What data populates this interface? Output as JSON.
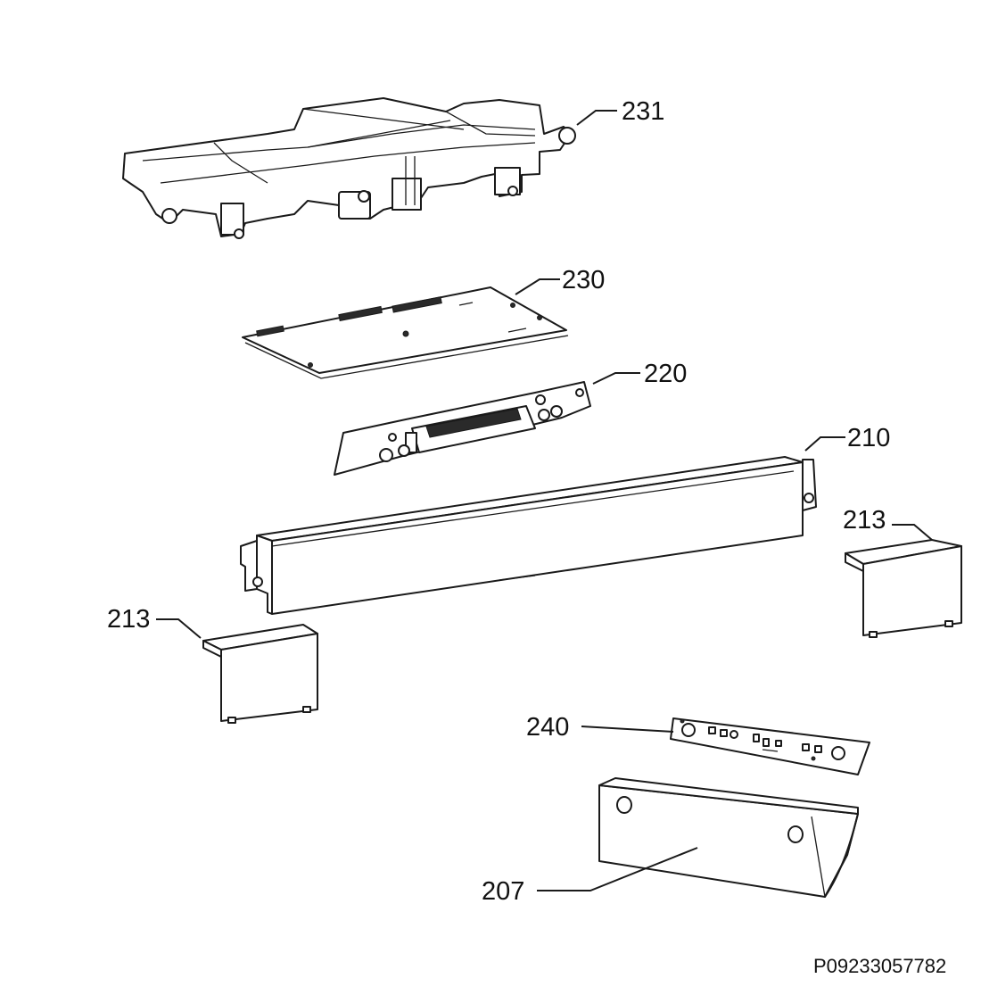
{
  "callouts": {
    "c231": "231",
    "c230": "230",
    "c220": "220",
    "c210": "210",
    "c213_right": "213",
    "c213_left": "213",
    "c240": "240",
    "c207": "207"
  },
  "reference_code": "P09233057782"
}
